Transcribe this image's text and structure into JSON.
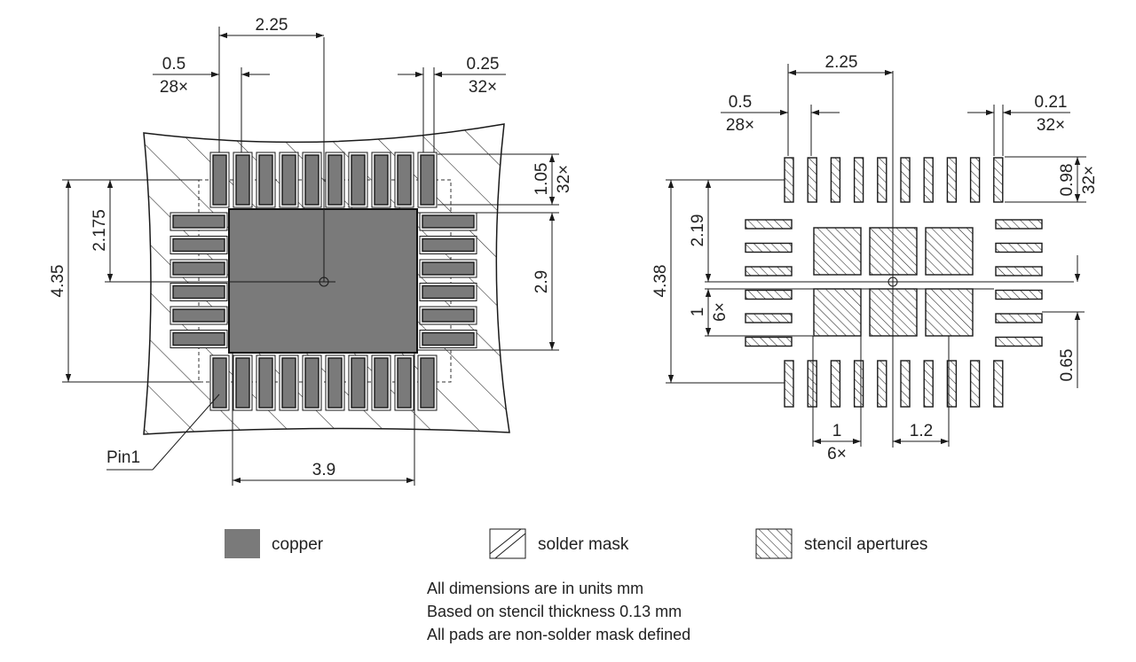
{
  "left_view": {
    "dims": {
      "width_center": "2.25",
      "pitch": "0.5",
      "pitch_count": "28×",
      "pad_width": "0.25",
      "pad_width_count": "32×",
      "pad_length": "1.05",
      "pad_length_count": "32×",
      "half_height": "2.175",
      "total_height": "4.35",
      "pad_height": "2.9",
      "pad_width_bottom": "3.9"
    },
    "pin1_label": "Pin1"
  },
  "right_view": {
    "dims": {
      "width_center": "2.25",
      "pitch": "0.5",
      "pitch_count": "28×",
      "aperture_width": "0.21",
      "aperture_width_count": "32×",
      "aperture_length": "0.98",
      "aperture_length_count": "32×",
      "half_height": "2.19",
      "total_height": "4.38",
      "ep_pitch_v": "1",
      "ep_pitch_v_count": "6×",
      "ep_gap": "0.65",
      "ep_pitch_h": "1",
      "ep_pitch_h_count": "6×",
      "ep_size": "1.2"
    }
  },
  "legend": {
    "copper": "copper",
    "solder_mask": "solder mask",
    "stencil": "stencil apertures"
  },
  "notes": [
    "All dimensions are in units mm",
    "Based on stencil thickness 0.13 mm",
    "All pads are non-solder mask defined"
  ],
  "colors": {
    "copper": "#7a7a7a",
    "line": "#1a1a1a",
    "background": "#ffffff"
  }
}
